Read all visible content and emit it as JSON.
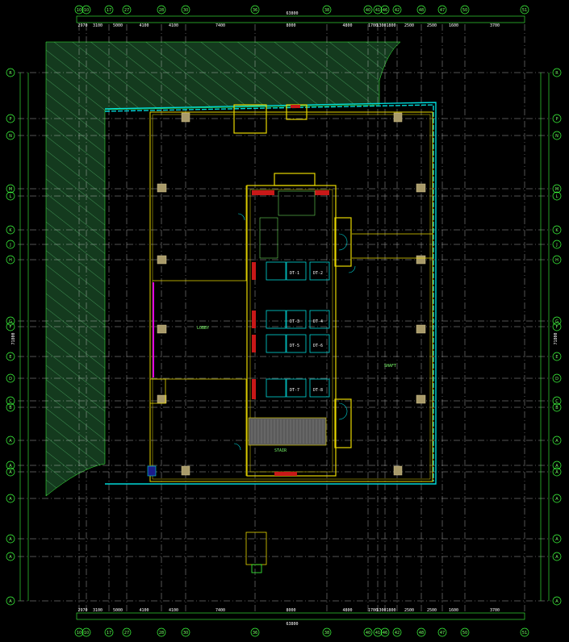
{
  "drawing": {
    "type": "architectural-floor-plan",
    "colors": {
      "background": "#000000",
      "grid": "#d8d8d8",
      "dimension": "#3cff3c",
      "hatch": "#2f6b3a",
      "wall": "#e8d800",
      "facade": "#00d8d8",
      "accent": "#ff3030",
      "magenta": "#e000e0"
    },
    "top_axes": [
      "10",
      "10",
      "17",
      "27",
      "28",
      "30",
      "36",
      "38",
      "40",
      "41",
      "46",
      "42",
      "48",
      "47",
      "50",
      "51"
    ],
    "left_axes": [
      "R",
      "P",
      "N",
      "M",
      "L",
      "K",
      "J",
      "H",
      "G",
      "F",
      "E",
      "D",
      "C",
      "B",
      "A",
      "A",
      "A",
      "A",
      "A",
      "A",
      "A"
    ],
    "right_axes": [
      "R",
      "P",
      "N",
      "M",
      "L",
      "K",
      "J",
      "H",
      "G",
      "F",
      "E",
      "D",
      "C",
      "B",
      "A",
      "A",
      "A",
      "A",
      "A",
      "A",
      "A"
    ],
    "overall_dim_top": "63800",
    "overall_dim_left": "71800",
    "top_dims": [
      "2970",
      "3100",
      "5000",
      "4100",
      "4100",
      "7400",
      "8000",
      "4800",
      "1700",
      "1300",
      "1800",
      "2500",
      "2500",
      "1600",
      "3700"
    ],
    "room_labels": [
      "DT-1",
      "DT-2",
      "DT-3",
      "DT-4",
      "DT-5",
      "DT-6",
      "DT-7",
      "DT-8"
    ],
    "notes": [
      "LOBBY",
      "SHAFT",
      "STAIR"
    ]
  }
}
